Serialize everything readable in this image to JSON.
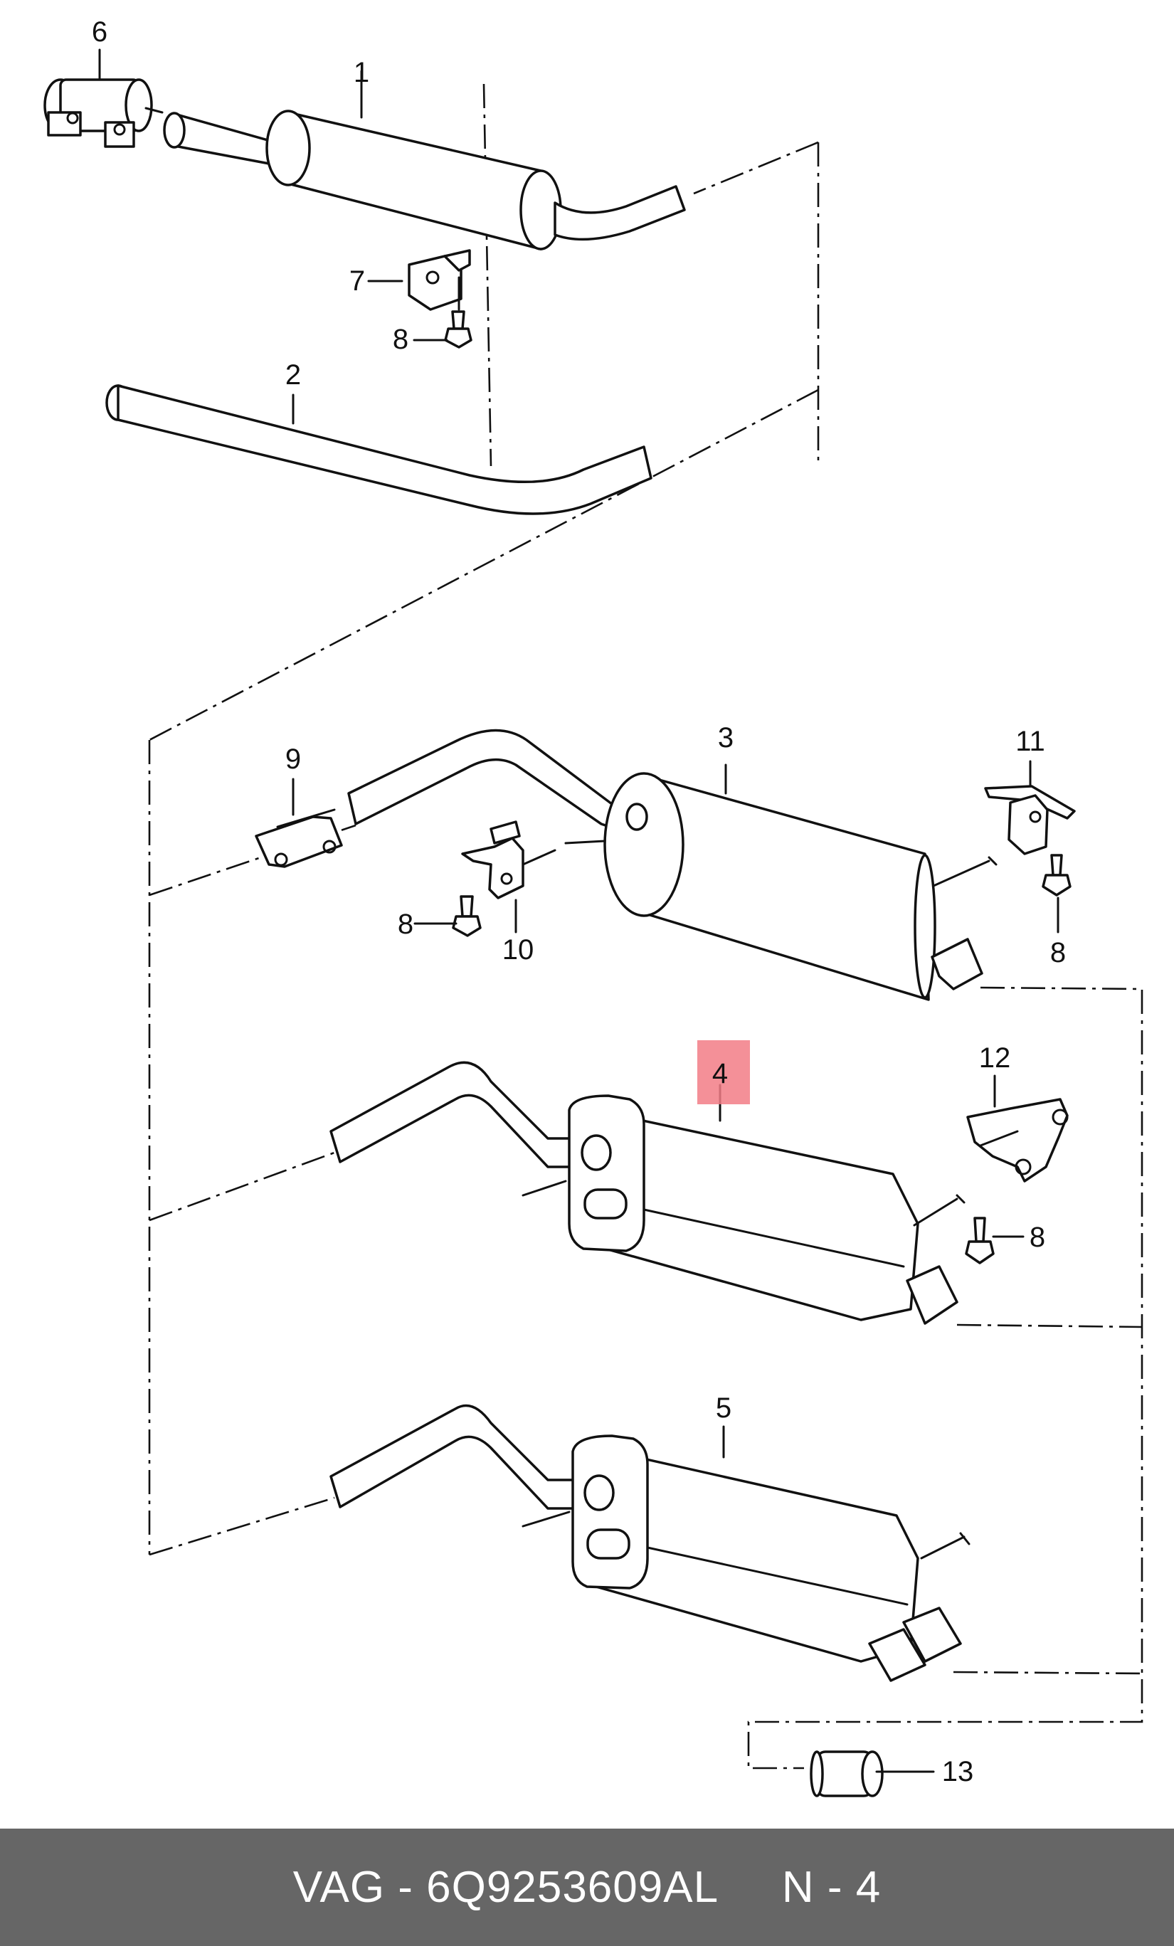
{
  "diagram": {
    "labels": {
      "p1": "1",
      "p2": "2",
      "p3": "3",
      "p4": "4",
      "p5": "5",
      "p6": "6",
      "p7": "7",
      "p8a": "8",
      "p8b": "8",
      "p8c": "8",
      "p8d": "8",
      "p9": "9",
      "p10": "10",
      "p11": "11",
      "p12": "12",
      "p13": "13"
    },
    "highlighted_part": "4",
    "highlight_color": "#f27d86"
  },
  "footer": {
    "brand": "VAG",
    "part_number": "6Q9253609AL",
    "position": "N - 4",
    "text": "VAG - 6Q9253609AL     N - 4",
    "background": "#666666"
  }
}
